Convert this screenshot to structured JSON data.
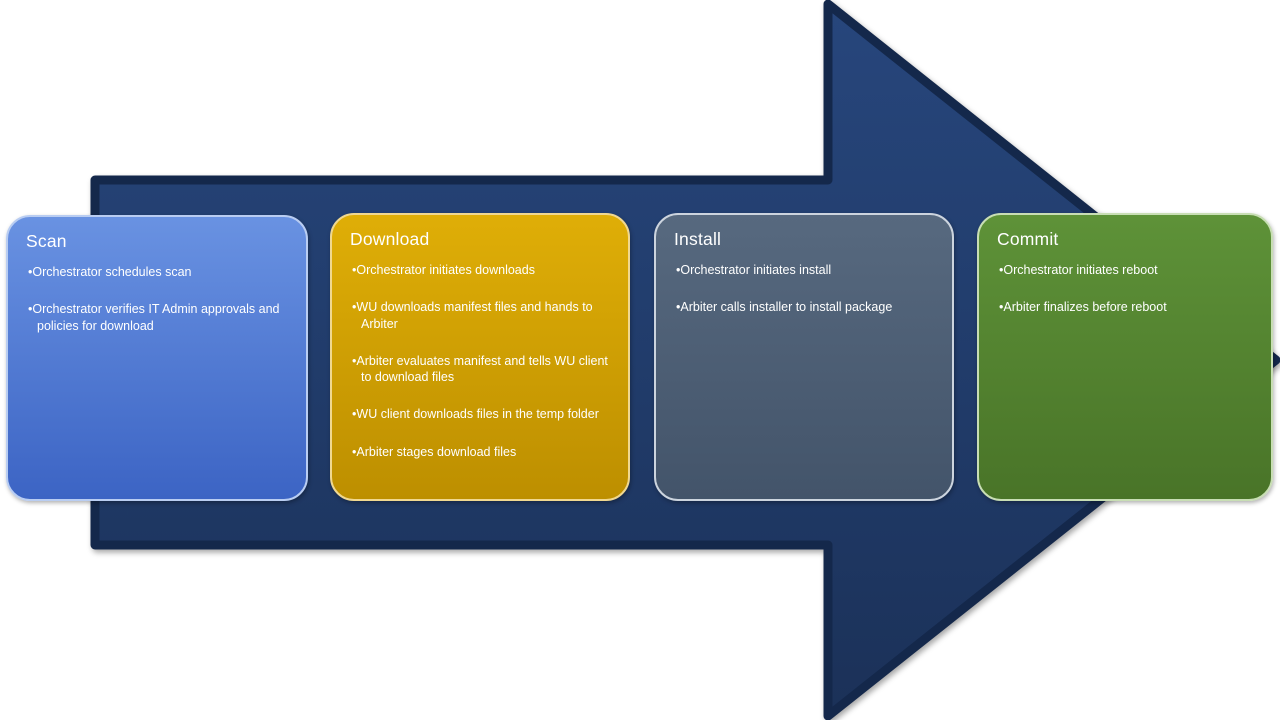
{
  "diagram": {
    "type": "process-arrow",
    "arrow": {
      "fill_top": "#27467c",
      "fill_bottom": "#1b3158",
      "edge": "#14284b"
    },
    "stages": [
      {
        "id": "scan",
        "title": "Scan",
        "bullets": [
          "Orchestrator schedules scan",
          "Orchestrator verifies IT Admin approvals and policies for download"
        ],
        "colors": {
          "top": "#6992e2",
          "bottom": "#3c64c4",
          "border": "#b9cdf2"
        }
      },
      {
        "id": "download",
        "title": "Download",
        "bullets": [
          "Orchestrator initiates downloads",
          "WU downloads manifest files and hands to Arbiter",
          "Arbiter evaluates manifest and tells WU client to download files",
          "WU client downloads files in the temp folder",
          "Arbiter stages download files"
        ],
        "colors": {
          "top": "#dfae07",
          "bottom": "#bd8f00",
          "border": "#f0d890"
        }
      },
      {
        "id": "install",
        "title": "Install",
        "bullets": [
          "Orchestrator initiates install",
          "Arbiter calls installer to install package"
        ],
        "colors": {
          "top": "#57697f",
          "bottom": "#43546a",
          "border": "#ccd4de"
        }
      },
      {
        "id": "commit",
        "title": "Commit",
        "bullets": [
          "Orchestrator initiates reboot",
          "Arbiter finalizes before reboot"
        ],
        "colors": {
          "top": "#5e9238",
          "bottom": "#497428",
          "border": "#c8deb4"
        }
      }
    ]
  }
}
